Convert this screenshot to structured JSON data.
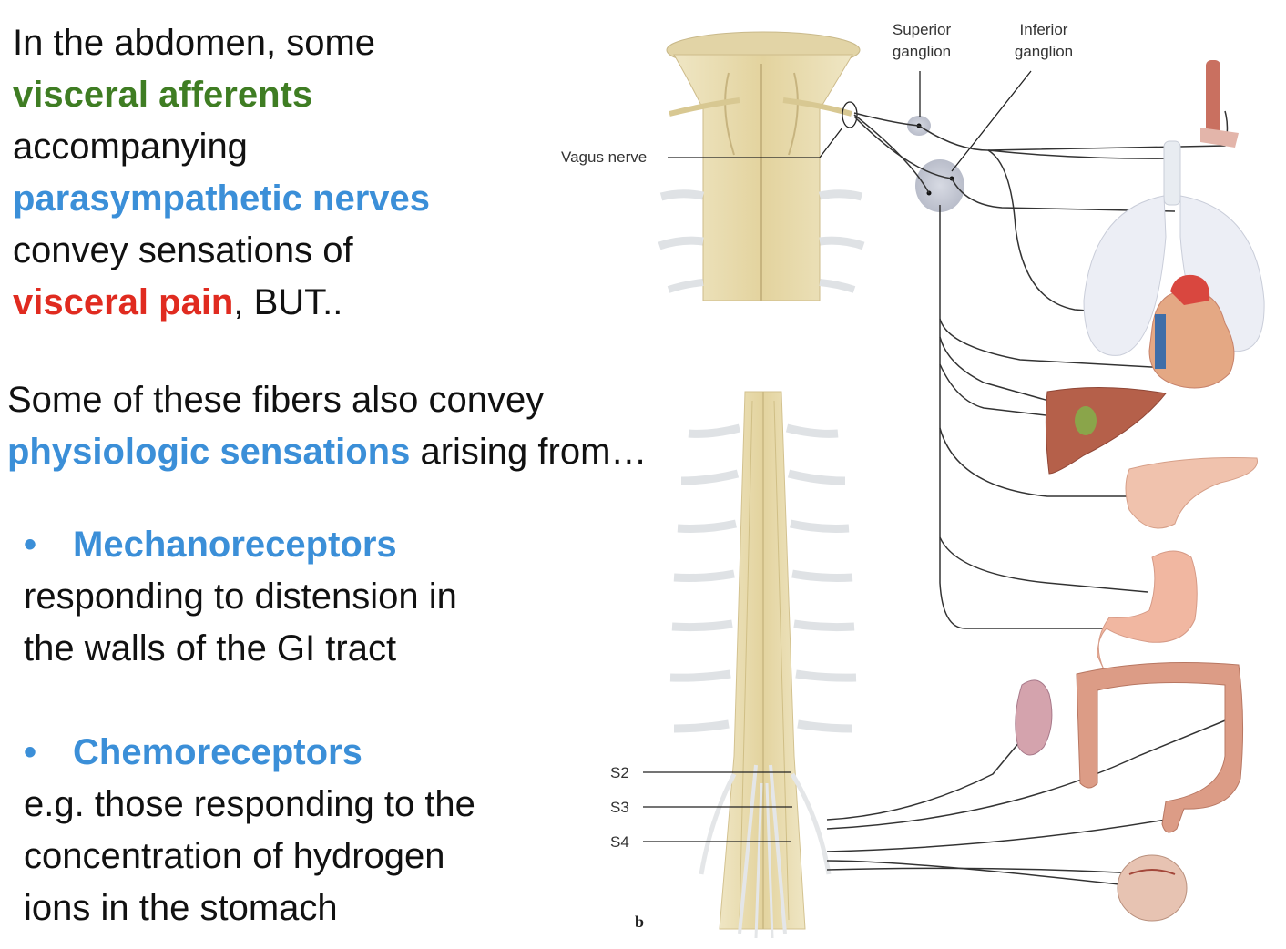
{
  "intro": {
    "line1": "In the abdomen, some",
    "visceral_afferents": "visceral afferents",
    "line3": "accompanying",
    "parasympathetic_nerves": "parasympathetic nerves",
    "line5": "convey sensations of",
    "visceral_pain": "visceral pain",
    "line6_tail": ", BUT.."
  },
  "physio": {
    "line1": "Some of these fibers also convey",
    "physiologic_sensations": "physiologic sensations",
    "line2_tail": " arising from…"
  },
  "mechanoreceptors": {
    "bullet": "•",
    "title": "Mechanoreceptors",
    "line1": "responding to distension in",
    "line2": "the walls of the GI tract"
  },
  "chemoreceptors": {
    "bullet": "•",
    "title": "Chemoreceptors",
    "line1": "e.g. those responding to the",
    "line2": "concentration of hydrogen",
    "line3": "ions in the stomach"
  },
  "diagram": {
    "superior_ganglion_line1": "Superior",
    "superior_ganglion_line2": "ganglion",
    "inferior_ganglion_line1": "Inferior",
    "inferior_ganglion_line2": "ganglion",
    "vagus_nerve": "Vagus nerve",
    "s2": "S2",
    "s3": "S3",
    "s4": "S4",
    "panel_letter": "b"
  },
  "colors": {
    "green": "#3f7d23",
    "blue": "#3b8fd8",
    "red": "#e02b20",
    "nerve": "#e9dfb3"
  }
}
